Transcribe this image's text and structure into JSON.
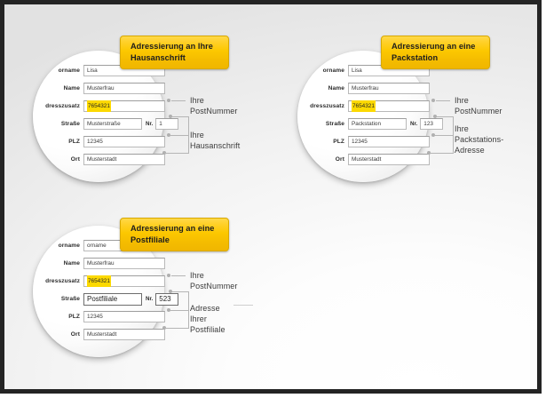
{
  "page": {
    "background_color": "#efefef",
    "border_color": "#242424",
    "accent_color": "#fcc800",
    "highlight_color": "#fcd901"
  },
  "form_labels": {
    "vorname": "orname",
    "name": "Name",
    "adresszusatz": "dresszusatz",
    "strasse": "Straße",
    "nr": "Nr.",
    "plz": "PLZ",
    "ort": "Ort"
  },
  "panels": [
    {
      "id": "hausanschrift",
      "callout": "Adressierung an Ihre\nHausanschrift",
      "fields": {
        "vorname": "Lisa",
        "name": "Musterfrau",
        "adresszusatz": "7654321",
        "strasse": "Musterstraße",
        "nr": "1",
        "plz": "12345",
        "ort": "Musterstadt"
      },
      "annotations": {
        "postnummer": "Ihre PostNummer",
        "address": "Ihre Hausanschrift"
      }
    },
    {
      "id": "packstation",
      "callout": "Adressierung an eine\nPackstation",
      "fields": {
        "vorname": "Lisa",
        "name": "Musterfrau",
        "adresszusatz": "7654321",
        "strasse": "Packstation",
        "nr": "123",
        "plz": "12345",
        "ort": "Musterstadt"
      },
      "annotations": {
        "postnummer": "Ihre PostNummer",
        "address": "Ihre Packstations-\nAdresse"
      }
    },
    {
      "id": "postfiliale",
      "callout": "Adressierung an eine\nPostfiliale",
      "fields": {
        "vorname": "orname",
        "name": "Musterfrau",
        "adresszusatz": "7654321",
        "strasse": "Postfiliale",
        "nr": "523",
        "plz": "12345",
        "ort": "Musterstadt"
      },
      "annotations": {
        "postnummer": "Ihre PostNummer",
        "address": "Adresse\nIhrer Postfiliale"
      }
    }
  ]
}
